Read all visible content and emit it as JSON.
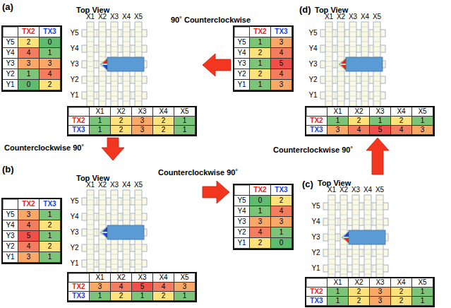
{
  "diagram": {
    "nodes": [
      {
        "text": [
          "(a)",
          "Top View"
        ]
      },
      {
        "text": [
          "(d)",
          "Top View"
        ]
      },
      {
        "text": [
          "(b)",
          "Top View"
        ]
      },
      {
        "text": [
          "(c)",
          "Top View"
        ]
      }
    ],
    "edges": [
      {
        "from": 1,
        "to": 0,
        "arrow": "to",
        "label": "90˚ Counterclockwise"
      },
      {
        "from": 0,
        "to": 2,
        "arrow": "to",
        "label": "Counterclockwise 90˚"
      },
      {
        "from": 2,
        "to": 3,
        "arrow": "to",
        "label": "Counterclockwise 90˚"
      },
      {
        "from": 3,
        "to": 1,
        "arrow": "to",
        "label": "Counterclockwise 90˚"
      }
    ],
    "labels": [
      "TX2",
      "TX3",
      "Y5",
      "2",
      "0",
      "Y4",
      "4",
      "1",
      "Y3",
      "3",
      "3",
      "Y2",
      "1",
      "4",
      "Y1",
      "0",
      "2",
      "X1",
      "X2",
      "X3",
      "X4",
      "X5",
      "TX2",
      "1",
      "2",
      "3",
      "2",
      "1",
      "TX3",
      "1",
      "2",
      "3",
      "2",
      "1",
      "X1",
      "X2",
      "X3",
      "X4",
      "X5",
      "Y5",
      "Y4",
      "Y3",
      "Y2",
      "Y1",
      "TX2",
      "TX3",
      "Y5",
      "1",
      "3",
      "Y4",
      "2",
      "4",
      "Y3",
      "1",
      "5",
      "Y2",
      "2",
      "4",
      "Y1",
      "1",
      "3",
      "X1",
      "X2",
      "X3",
      "X4",
      "X5",
      "TX2",
      "1",
      "2",
      "1",
      "2",
      "1",
      "TX3",
      "3",
      "4",
      "5",
      "4",
      "3",
      "X1",
      "X2",
      "X3",
      "X4",
      "X5",
      "Y5",
      "Y4",
      "Y3",
      "Y2",
      "Y1",
      "TX2",
      "TX3",
      "Y5",
      "3",
      "1",
      "Y4",
      "4",
      "2",
      "Y3",
      "5",
      "1",
      "Y2",
      "4",
      "2",
      "Y1",
      "3",
      "1",
      "X1",
      "X2",
      "X3",
      "X4",
      "X5",
      "TX2",
      "3",
      "4",
      "5",
      "4",
      "3",
      "TX3",
      "1",
      "2",
      "1",
      "2",
      "1",
      "X1",
      "X2",
      "X3",
      "X4",
      "X5",
      "Y5",
      "Y4",
      "Y3",
      "Y2",
      "Y1",
      "TX2",
      "TX3",
      "Y5",
      "0",
      "2",
      "Y4",
      "1",
      "4",
      "Y3",
      "3",
      "3",
      "Y2",
      "4",
      "1",
      "Y1",
      "2",
      "0",
      "X1",
      "X2",
      "X3",
      "X4",
      "X5",
      "TX2",
      "1",
      "2",
      "3",
      "2",
      "1",
      "TX3",
      "1",
      "2",
      "3",
      "2",
      "1",
      "X1",
      "X2",
      "X3",
      "X4",
      "X5",
      "Y5",
      "Y4",
      "Y3",
      "Y2",
      "Y1"
    ]
  }
}
